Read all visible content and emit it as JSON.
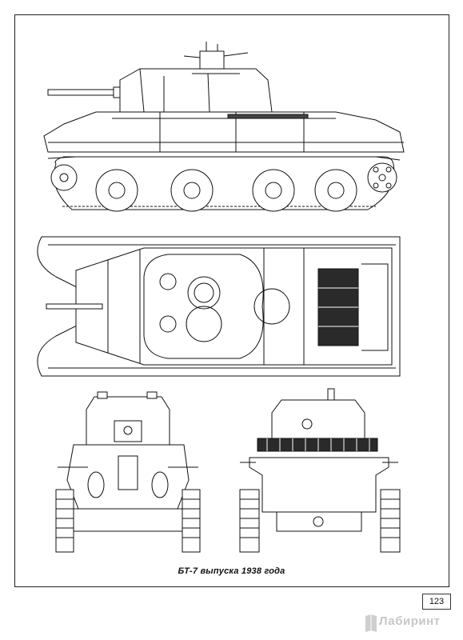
{
  "caption": "БТ-7 выпуска 1938 года",
  "page_number": "123",
  "watermark": {
    "text": "Лабиринт",
    "icon": "book-mark-icon"
  }
}
